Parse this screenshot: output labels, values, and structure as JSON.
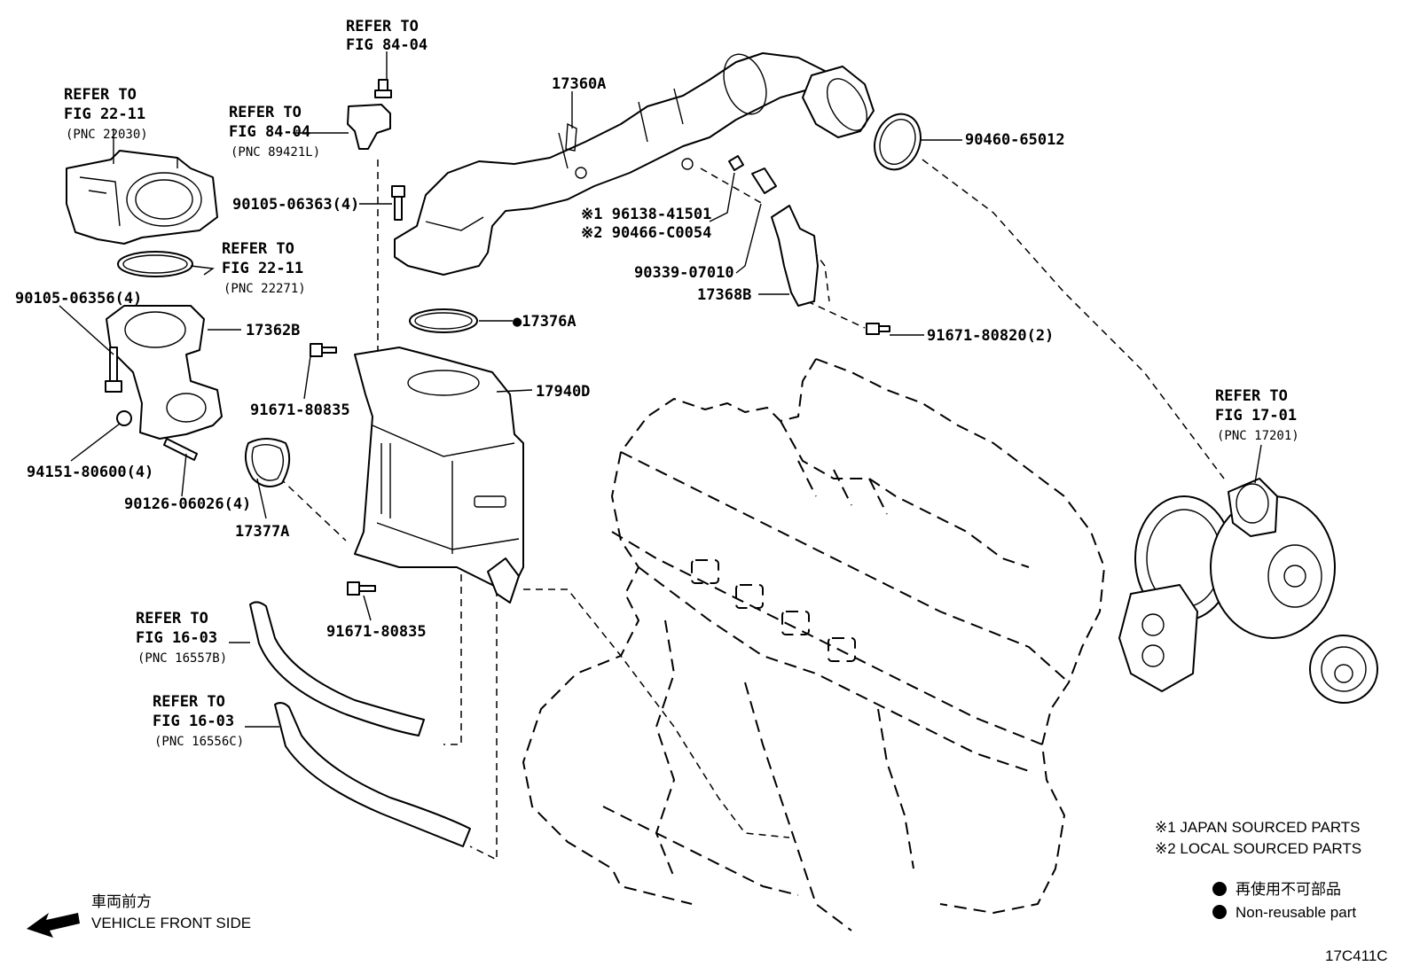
{
  "labels": {
    "ref_84_04_top": {
      "l1": "REFER TO",
      "l2": "FIG 84-04"
    },
    "ref_22_11_top": {
      "l1": "REFER TO",
      "l2": "FIG 22-11",
      "pnc": "(PNC 22030)"
    },
    "ref_84_04_mid": {
      "l1": "REFER TO",
      "l2": "FIG 84-04",
      "pnc": "(PNC 89421L)"
    },
    "ref_22_11_mid": {
      "l1": "REFER TO",
      "l2": "FIG 22-11",
      "pnc": "(PNC 22271)"
    },
    "ref_17_01": {
      "l1": "REFER TO",
      "l2": "FIG 17-01",
      "pnc": "(PNC 17201)"
    },
    "ref_16_03_a": {
      "l1": "REFER TO",
      "l2": "FIG 16-03",
      "pnc": "(PNC 16557B)"
    },
    "ref_16_03_b": {
      "l1": "REFER TO",
      "l2": "FIG 16-03",
      "pnc": "(PNC 16556C)"
    },
    "p17360A": "17360A",
    "p90460": "90460-65012",
    "p90105_06363": "90105-06363(4)",
    "p96138": "※1 96138-41501",
    "p90466": "※2 90466-C0054",
    "p90339": "90339-07010",
    "p17368B": "17368B",
    "p90105_06356": "90105-06356(4)",
    "p17362B": "17362B",
    "p17376A": "●17376A",
    "p91671_80820": "91671-80820(2)",
    "p91671_80835_a": "91671-80835",
    "p17940D": "17940D",
    "p94151": "94151-80600(4)",
    "p90126": "90126-06026(4)",
    "p17377A": "17377A",
    "p91671_80835_b": "91671-80835"
  },
  "legend": {
    "note1": "※1 JAPAN SOURCED PARTS",
    "note2": "※2 LOCAL SOURCED PARTS",
    "nonreusable_jp": "再使用不可部品",
    "nonreusable_en": "Non-reusable part",
    "front_jp": "車両前方",
    "front_en": "VEHICLE FRONT SIDE",
    "fig_code": "17C411C"
  }
}
